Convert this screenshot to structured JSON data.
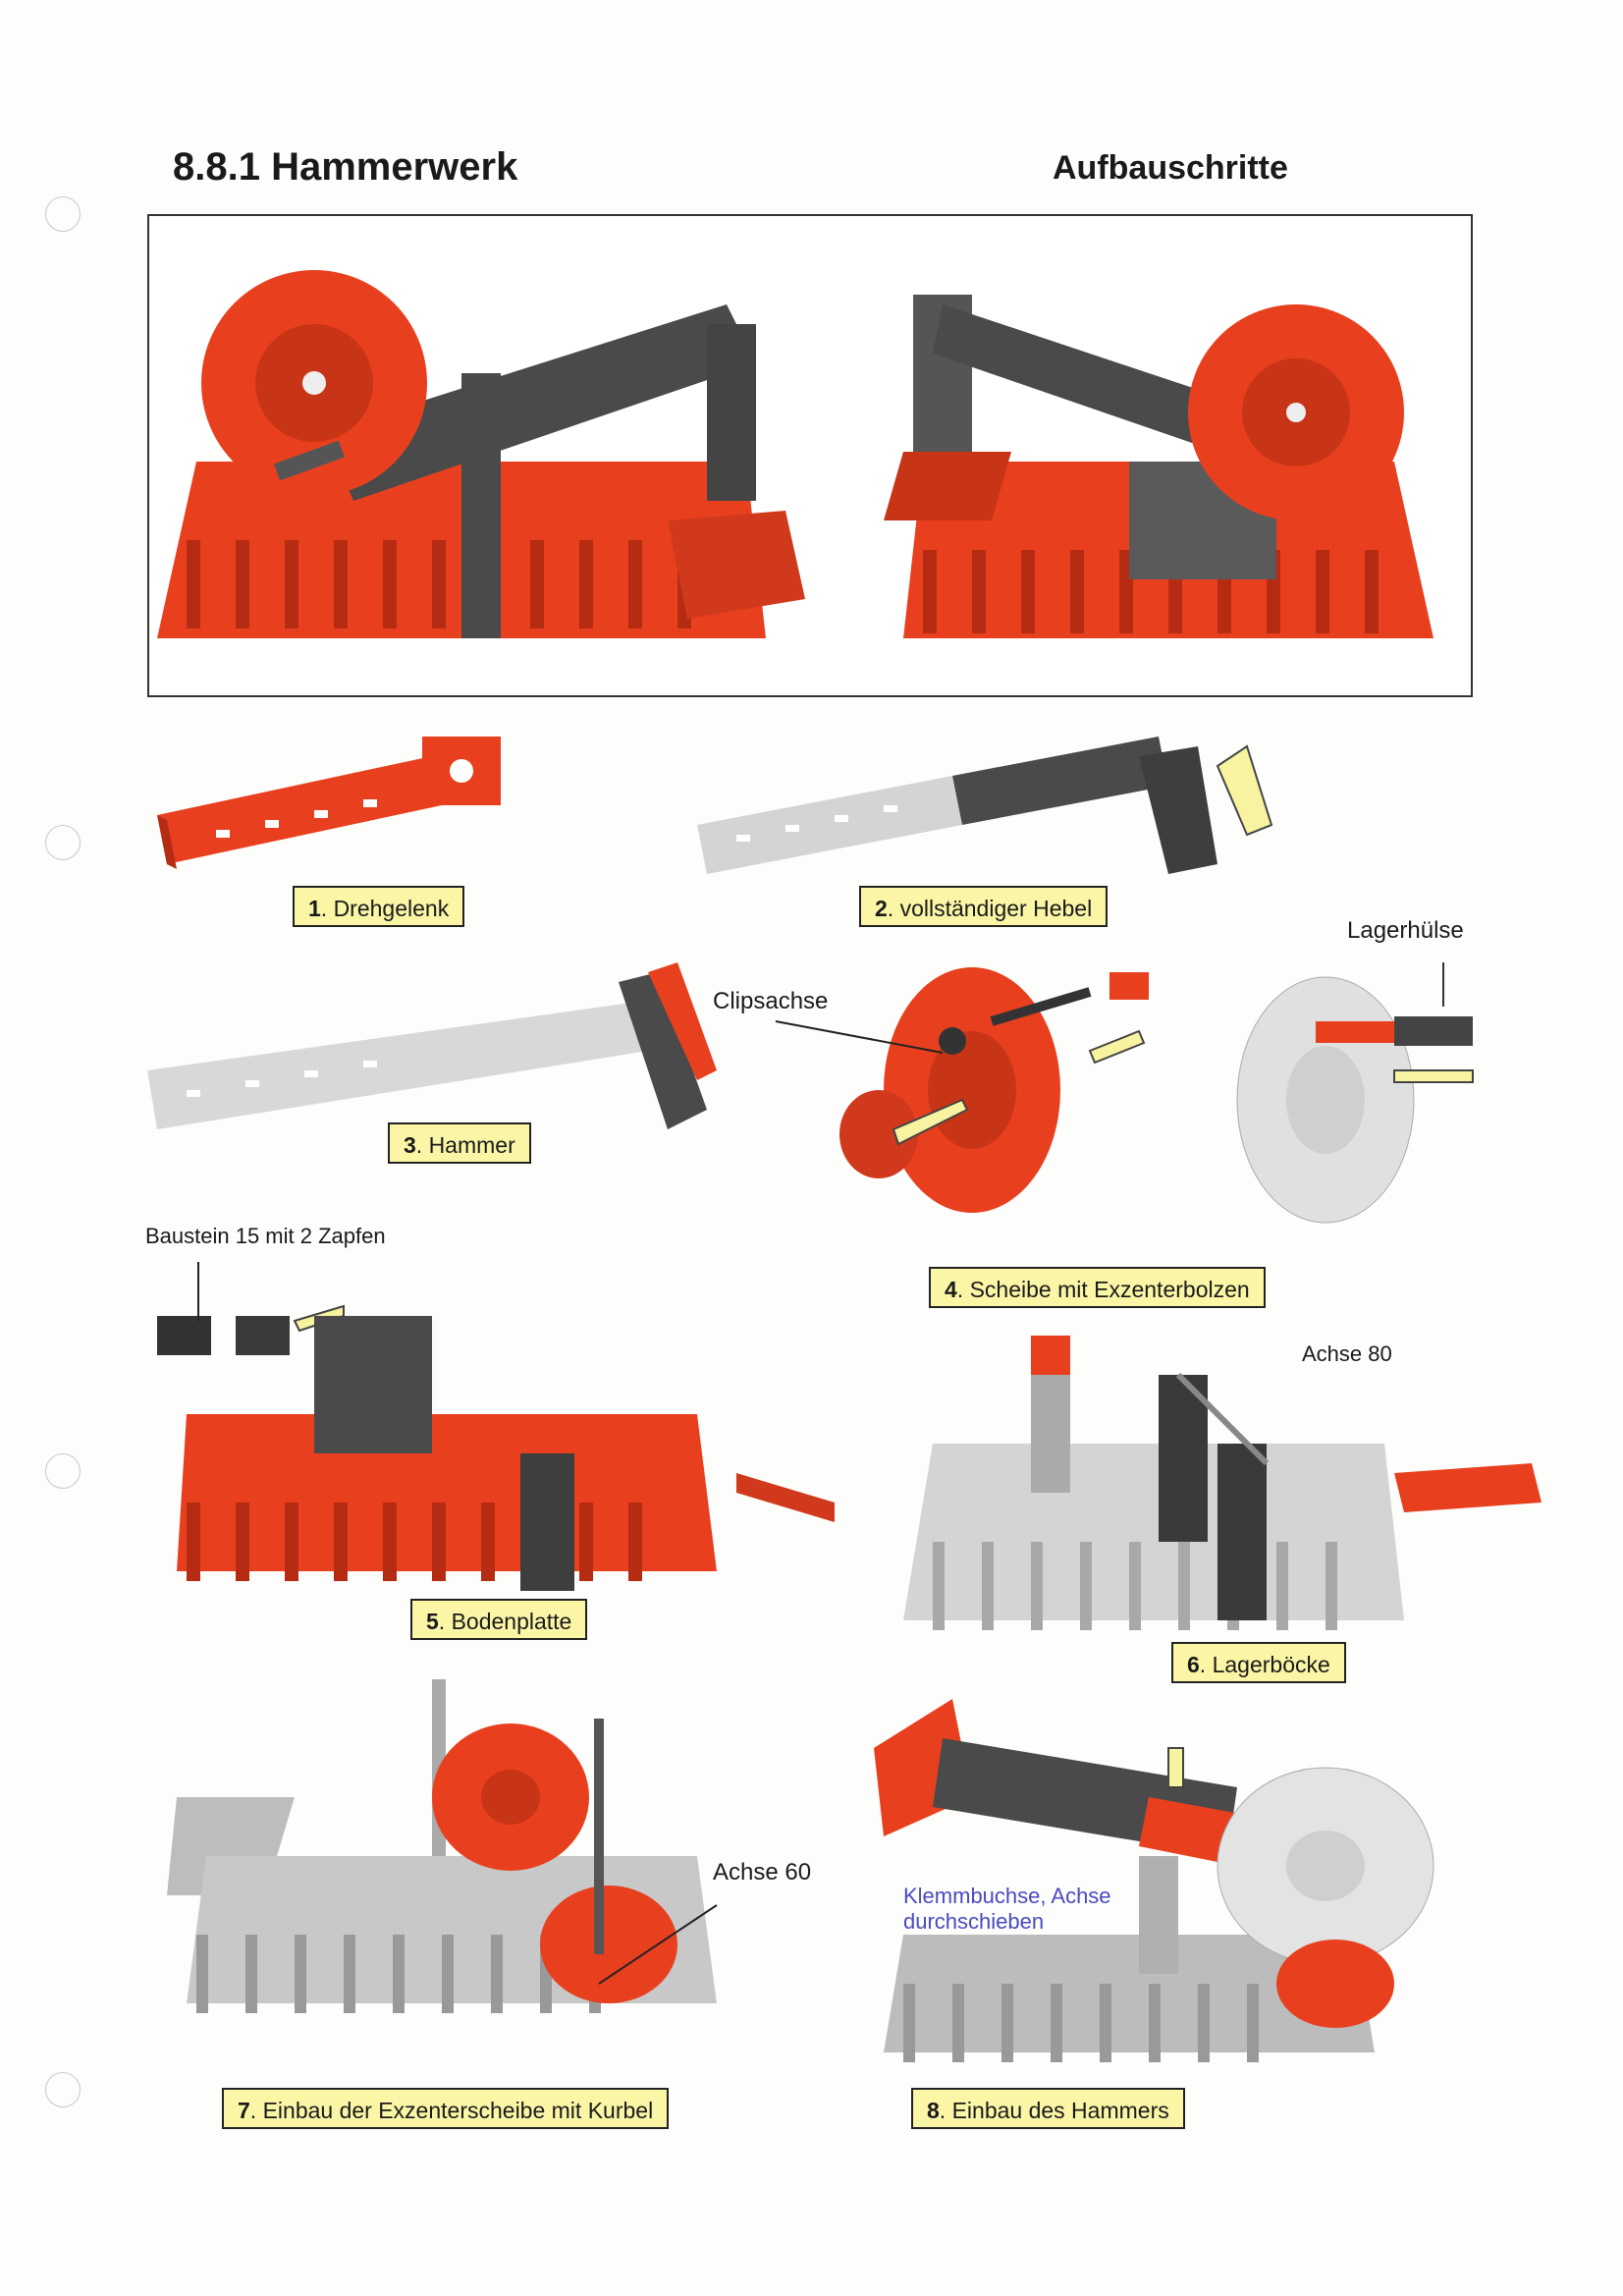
{
  "header": {
    "section_title": "8.8.1 Hammerwerk",
    "subtitle": "Aufbauschritte"
  },
  "steps": [
    {
      "num": "1",
      "text": ". Drehgelenk"
    },
    {
      "num": "2",
      "text": ". vollständiger Hebel"
    },
    {
      "num": "3",
      "text": ". Hammer"
    },
    {
      "num": "4",
      "text": ". Scheibe mit Exzenterbolzen"
    },
    {
      "num": "5",
      "text": ". Bodenplatte"
    },
    {
      "num": "6",
      "text": ". Lagerböcke"
    },
    {
      "num": "7",
      "text": ". Einbau der Exzenterscheibe mit Kurbel"
    },
    {
      "num": "8",
      "text": ". Einbau des Hammers"
    }
  ],
  "callouts": {
    "lagerhuelse": "Lagerhülse",
    "clipsachse": "Clipsachse",
    "baustein": "Baustein 15 mit 2 Zapfen",
    "achse80": "Achse 80",
    "achse60": "Achse 60",
    "klemmbuchse_1": "Klemmbuchse, Achse",
    "klemmbuchse_2": "durchschieben"
  },
  "colors": {
    "red": "#e8401f",
    "dark_red": "#b52c12",
    "dark_gray": "#4a4a4a",
    "light_gray": "#d4d4d4",
    "arrow_yellow": "#f7f3a0"
  }
}
